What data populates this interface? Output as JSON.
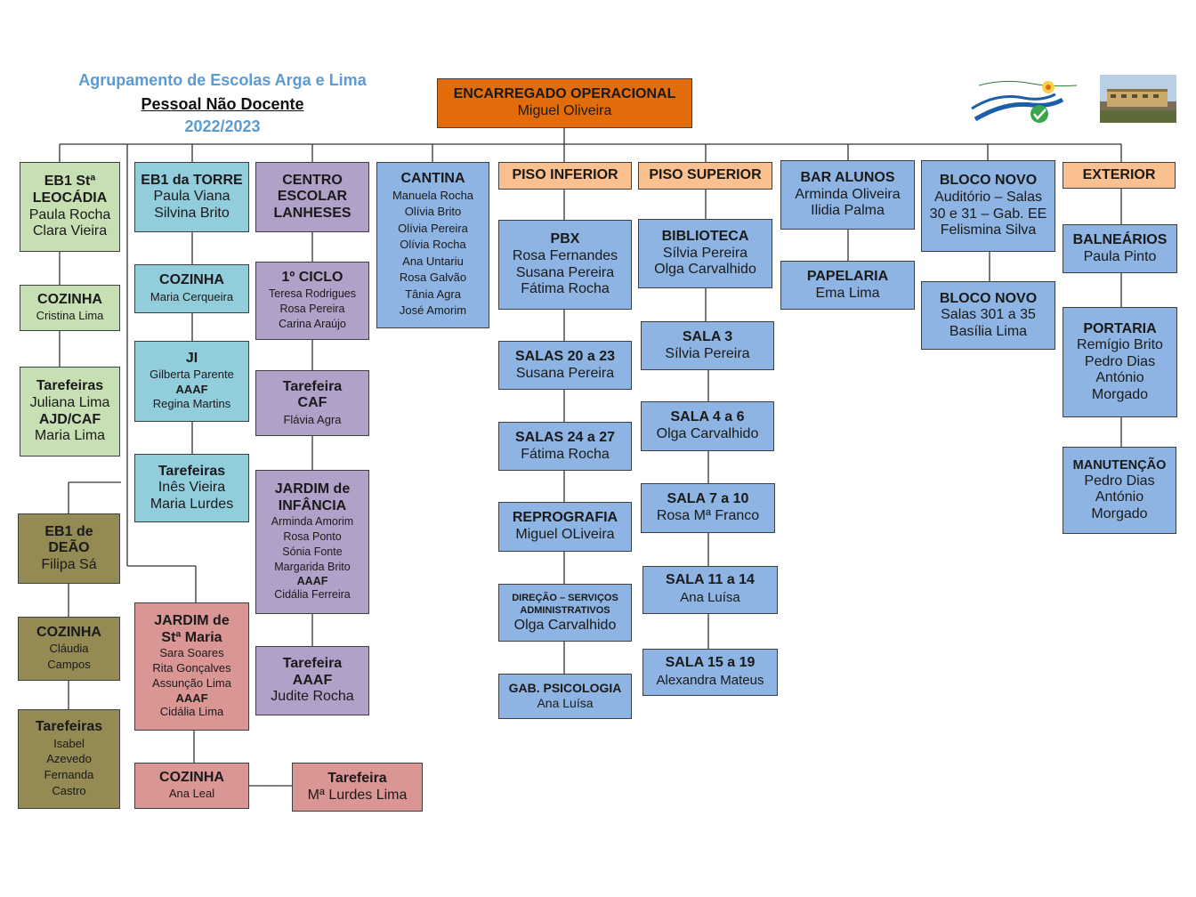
{
  "header": {
    "org": "Agrupamento  de Escolas  Arga e Lima",
    "title": "Pessoal  Não Docente",
    "year": "2022/2023"
  },
  "top": {
    "title": "ENCARREGADO OPERACIONAL",
    "name": "Miguel Oliveira"
  },
  "col1": {
    "eb1_leocadia": {
      "title1": "EB1 Stª",
      "title2": "LEOCÁDIA",
      "p1": "Paula Rocha",
      "p2": "Clara Vieira"
    },
    "cozinha": {
      "title": "COZINHA",
      "p1": "Cristina Lima"
    },
    "tarefeiras": {
      "title1": "Tarefeiras",
      "p1": "Juliana Lima",
      "title2": "AJD/CAF",
      "p2": "Maria Lima"
    },
    "eb1_deao": {
      "title1": "EB1 de",
      "title2": "DEÃO",
      "p1": "Filipa Sá"
    },
    "cozinha2": {
      "title": "COZINHA",
      "p1": "Cláudia",
      "p2": "Campos"
    },
    "tarefeiras2": {
      "title": "Tarefeiras",
      "p1": "Isabel",
      "p2": "Azevedo",
      "p3": "Fernanda",
      "p4": "Castro"
    }
  },
  "col2": {
    "eb1_torre": {
      "title": "EB1 da TORRE",
      "p1": "Paula Viana",
      "p2": "Silvina Brito"
    },
    "cozinha": {
      "title": "COZINHA",
      "p1": "Maria Cerqueira"
    },
    "ji": {
      "title": "JI",
      "p1": "Gilberta Parente",
      "title2": "AAAF",
      "p2": "Regina Martins"
    },
    "tarefeiras": {
      "title": "Tarefeiras",
      "p1": "Inês Vieira",
      "p2": "Maria Lurdes"
    },
    "jardim": {
      "title1": "JARDIM de",
      "title2": "Stª Maria",
      "p1": "Sara Soares",
      "p2": "Rita Gonçalves",
      "p3": "Assunção Lima",
      "title3": "AAAF",
      "p4": "Cidália Lima"
    },
    "cozinha2": {
      "title": "COZINHA",
      "p1": "Ana Leal"
    },
    "tarefeira": {
      "title": "Tarefeira",
      "p1": "Mª Lurdes Lima"
    }
  },
  "col3": {
    "centro": {
      "title1": "CENTRO",
      "title2": "ESCOLAR",
      "title3": "LANHESES"
    },
    "ciclo": {
      "title": "1º CICLO",
      "p1": "Teresa Rodrigues",
      "p2": "Rosa Pereira",
      "p3": "Carina Araújo"
    },
    "tarefeira": {
      "title1": "Tarefeira",
      "title2": "CAF",
      "p1": "Flávia Agra"
    },
    "jardim": {
      "title1": "JARDIM de",
      "title2": "INFÂNCIA",
      "p1": "Arminda Amorim",
      "p2": "Rosa Ponto",
      "p3": "Sónia Fonte",
      "p4": "Margarida Brito",
      "title3": "AAAF",
      "p5": "Cidália Ferreira"
    },
    "tarefeira2": {
      "title1": "Tarefeira",
      "title2": "AAAF",
      "p1": "Judite Rocha"
    }
  },
  "cantina": {
    "title": "CANTINA",
    "people": [
      "Manuela Rocha",
      "Olívia Brito",
      "Olívia Pereira",
      "Olívia Rocha",
      "Ana Untariu",
      "Rosa Galvão",
      "Tânia Agra",
      "José Amorim"
    ]
  },
  "piso_inferior": {
    "title": "PISO INFERIOR",
    "pbx": {
      "title": "PBX",
      "p1": "Rosa Fernandes",
      "p2": "Susana Pereira",
      "p3": "Fátima Rocha"
    },
    "salas20": {
      "title": "SALAS 20 a 23",
      "p1": "Susana Pereira"
    },
    "salas24": {
      "title": "SALAS 24 a 27",
      "p1": "Fátima Rocha"
    },
    "reprografia": {
      "title": "REPROGRAFIA",
      "p1": "Miguel OLiveira"
    },
    "direcao": {
      "title1": "DIREÇÃO  – SERVIÇOS",
      "title2": "ADMINISTRATIVOS",
      "p1": "Olga Carvalhido"
    },
    "gab": {
      "title": "GAB. PSICOLOGIA",
      "p1": "Ana Luísa"
    }
  },
  "piso_superior": {
    "title": "PISO SUPERIOR",
    "biblioteca": {
      "title": "BIBLIOTECA",
      "p1": "Sílvia Pereira",
      "p2": "Olga Carvalhido"
    },
    "sala3": {
      "title": "SALA 3",
      "p1": "Sílvia Pereira"
    },
    "sala4": {
      "title": "SALA 4 a 6",
      "p1": "Olga Carvalhido"
    },
    "sala7": {
      "title": "SALA 7 a 10",
      "p1": "Rosa Mª Franco"
    },
    "sala11": {
      "title": "SALA 11 a 14",
      "p1": "Ana Luísa"
    },
    "sala15": {
      "title": "SALA 15 a 19",
      "p1": "Alexandra Mateus"
    }
  },
  "bar": {
    "title": "BAR ALUNOS",
    "p1": "Arminda Oliveira",
    "p2": "Ilidia Palma",
    "papelaria": {
      "title": "PAPELARIA",
      "p1": "Ema Lima"
    }
  },
  "bloco": {
    "title": "BLOCO NOVO",
    "p1": "Auditório – Salas",
    "p2": "30 e 31 – Gab. EE",
    "p3": "Felismina Silva",
    "bloco2": {
      "title": "BLOCO NOVO",
      "p1": "Salas 301 a 35",
      "p2": "Basília Lima"
    }
  },
  "exterior": {
    "title": "EXTERIOR",
    "balnearios": {
      "title": "BALNEÁRIOS",
      "p1": "Paula Pinto"
    },
    "portaria": {
      "title": "PORTARIA",
      "p1": "Remígio Brito",
      "p2": "Pedro Dias",
      "p3": "António",
      "p4": "Morgado"
    },
    "manutencao": {
      "title": "MANUTENÇÃO",
      "p1": "Pedro Dias",
      "p2": "António",
      "p3": "Morgado"
    }
  },
  "colors": {
    "green": "#c6e0b4",
    "cyan": "#92cddc",
    "purple": "#b1a0c7",
    "blue": "#8db4e2",
    "peach": "#fac090",
    "olive": "#948a54",
    "pink": "#da9694",
    "orange": "#e26b0a",
    "header_blue": "#5b9bd5"
  }
}
